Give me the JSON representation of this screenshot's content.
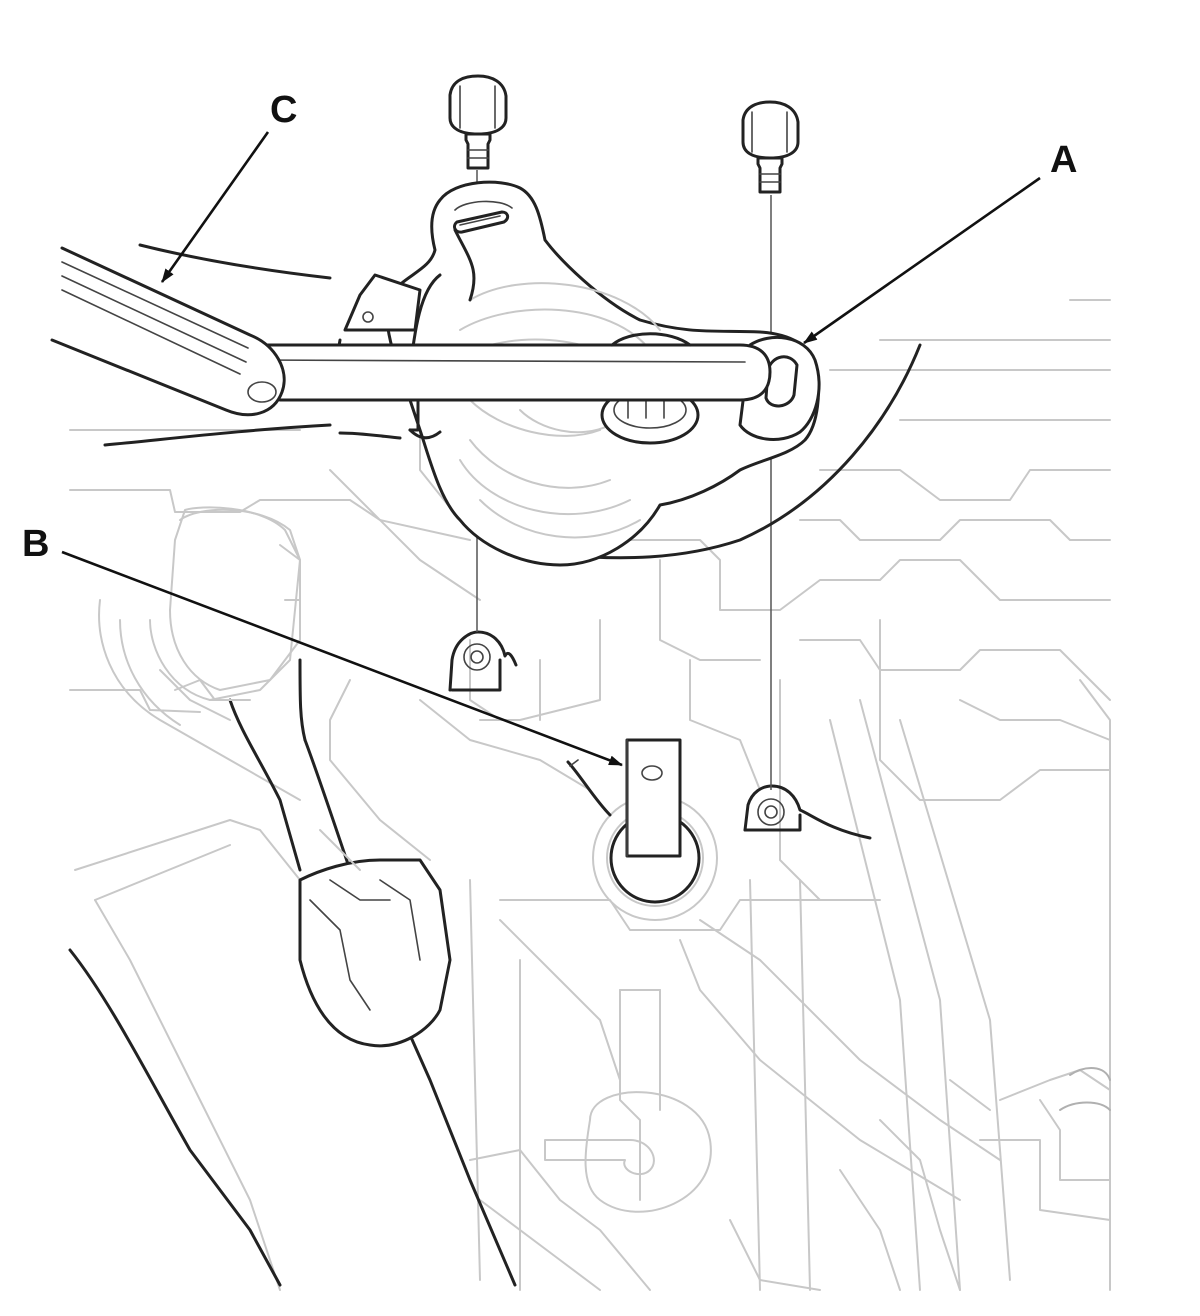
{
  "callouts": {
    "a": "A",
    "b": "B",
    "c": "C"
  },
  "colors": {
    "line_art": "#222222",
    "background_detail": "#c8c8c8",
    "leader": "#111111"
  }
}
